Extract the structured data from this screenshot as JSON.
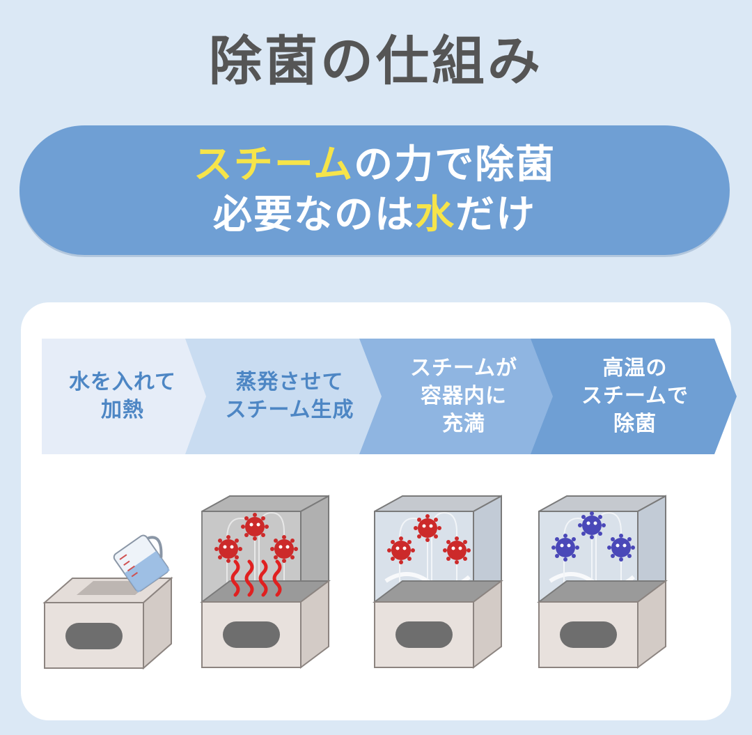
{
  "title": "除菌の仕組み",
  "banner": {
    "line1_highlight": "スチーム",
    "line1_rest": "の力で除菌",
    "line2_before": "必要なのは",
    "line2_highlight": "水",
    "line2_after": "だけ"
  },
  "steps": [
    {
      "label": "水を入れて\n加熱"
    },
    {
      "label": "蒸発させて\nスチーム生成"
    },
    {
      "label": "スチームが\n容器内に\n充満"
    },
    {
      "label": "高温の\nスチームで\n除菌"
    }
  ],
  "colors": {
    "background": "#dbe8f5",
    "banner": "#6f9fd4",
    "highlight": "#f6e44a",
    "title": "#555555",
    "step1": "#e6edf8",
    "step2": "#c9dcf1",
    "step3": "#8fb5e1",
    "step4": "#6f9fd4",
    "germ_active": "#cc2a2a",
    "germ_killed": "#4a48b8",
    "heat": "#e02020"
  }
}
